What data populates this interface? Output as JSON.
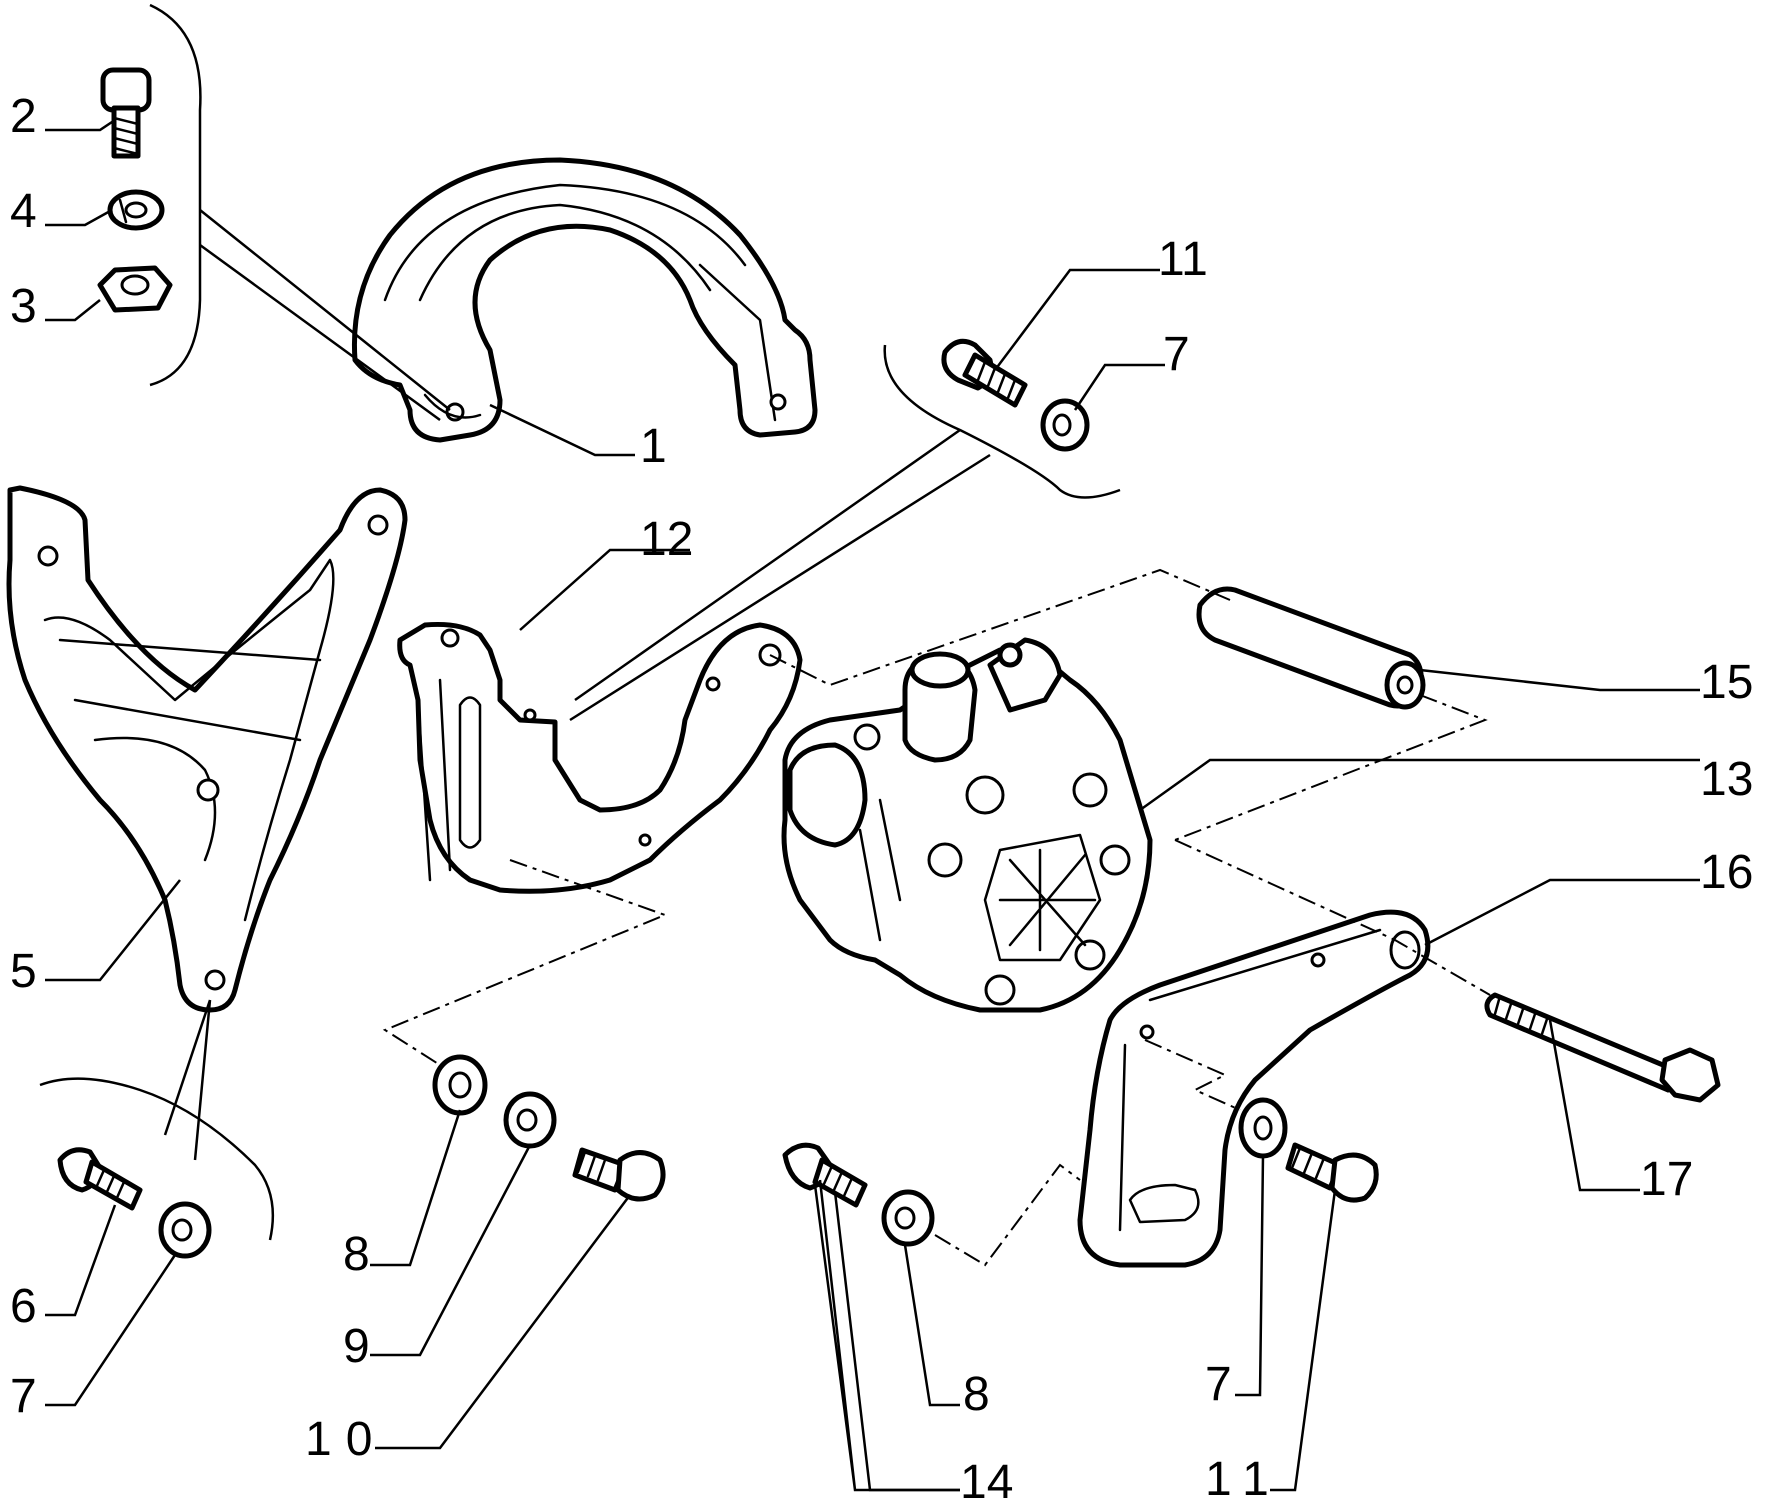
{
  "diagram": {
    "callouts": {
      "c1": "1",
      "c2": "2",
      "c3": "3",
      "c4": "4",
      "c5": "5",
      "c6": "6",
      "c7a": "7",
      "c7b": "7",
      "c7c": "7",
      "c8a": "8",
      "c8b": "8",
      "c9": "9",
      "c10": "10",
      "c11a": "11",
      "c11b": "11",
      "c12": "12",
      "c13": "13",
      "c14": "14",
      "c15": "15",
      "c16": "16",
      "c17": "17"
    },
    "parts": {
      "p1": "heat-shield",
      "p2": "bolt",
      "p3": "nut",
      "p4": "spring-washer",
      "p5": "support-bracket",
      "p6": "bolt",
      "p7": "spring-washer",
      "p8": "plain-washer",
      "p9": "spring-washer",
      "p10": "bolt",
      "p11": "bolt",
      "p12": "pump-bracket",
      "p13": "power-steering-pump",
      "p14": "bolt",
      "p15": "spacer",
      "p16": "rear-bracket",
      "p17": "long-bolt"
    }
  }
}
